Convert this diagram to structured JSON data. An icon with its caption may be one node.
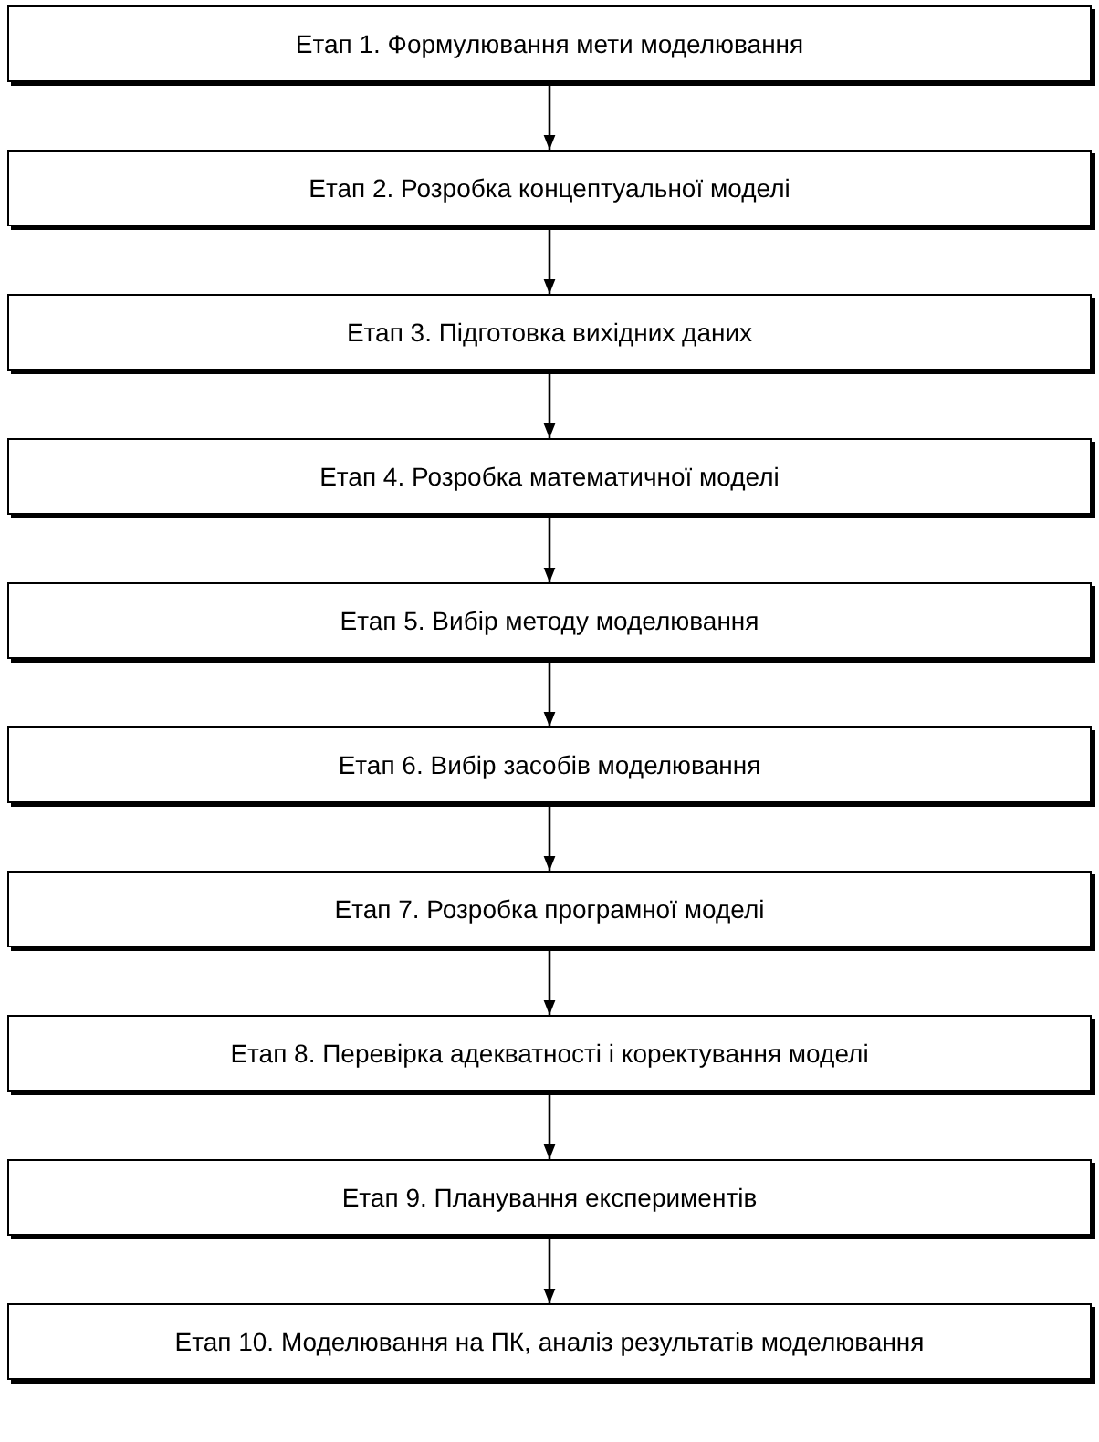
{
  "diagram": {
    "nodes": [
      {
        "text": [
          "Етап 1. Формулювання мети моделювання"
        ]
      },
      {
        "text": [
          "Етап 2. Розробка концептуальної моделі"
        ]
      },
      {
        "text": [
          "Етап 3. Підготовка вихідних даних"
        ]
      },
      {
        "text": [
          "Етап 4. Розробка математичної моделі"
        ]
      },
      {
        "text": [
          "Етап 5. Вибір методу моделювання"
        ]
      },
      {
        "text": [
          "Етап 6. Вибір засобів моделювання"
        ]
      },
      {
        "text": [
          "Етап 7. Розробка програмної моделі"
        ]
      },
      {
        "text": [
          "Етап 8. Перевірка адекватності і коректування моделі"
        ]
      },
      {
        "text": [
          "Етап 9. Планування експериментів"
        ]
      },
      {
        "text": [
          "Етап 10. Моделювання на ПК, аналіз результатів моделювання"
        ]
      }
    ],
    "edges": [
      {
        "from": 0,
        "to": 1,
        "arrow": "to"
      },
      {
        "from": 1,
        "to": 2,
        "arrow": "to"
      },
      {
        "from": 2,
        "to": 3,
        "arrow": "to"
      },
      {
        "from": 3,
        "to": 4,
        "arrow": "to"
      },
      {
        "from": 4,
        "to": 5,
        "arrow": "to"
      },
      {
        "from": 5,
        "to": 6,
        "arrow": "to"
      },
      {
        "from": 6,
        "to": 7,
        "arrow": "to"
      },
      {
        "from": 7,
        "to": 8,
        "arrow": "to"
      },
      {
        "from": 8,
        "to": 9,
        "arrow": "to"
      }
    ]
  }
}
